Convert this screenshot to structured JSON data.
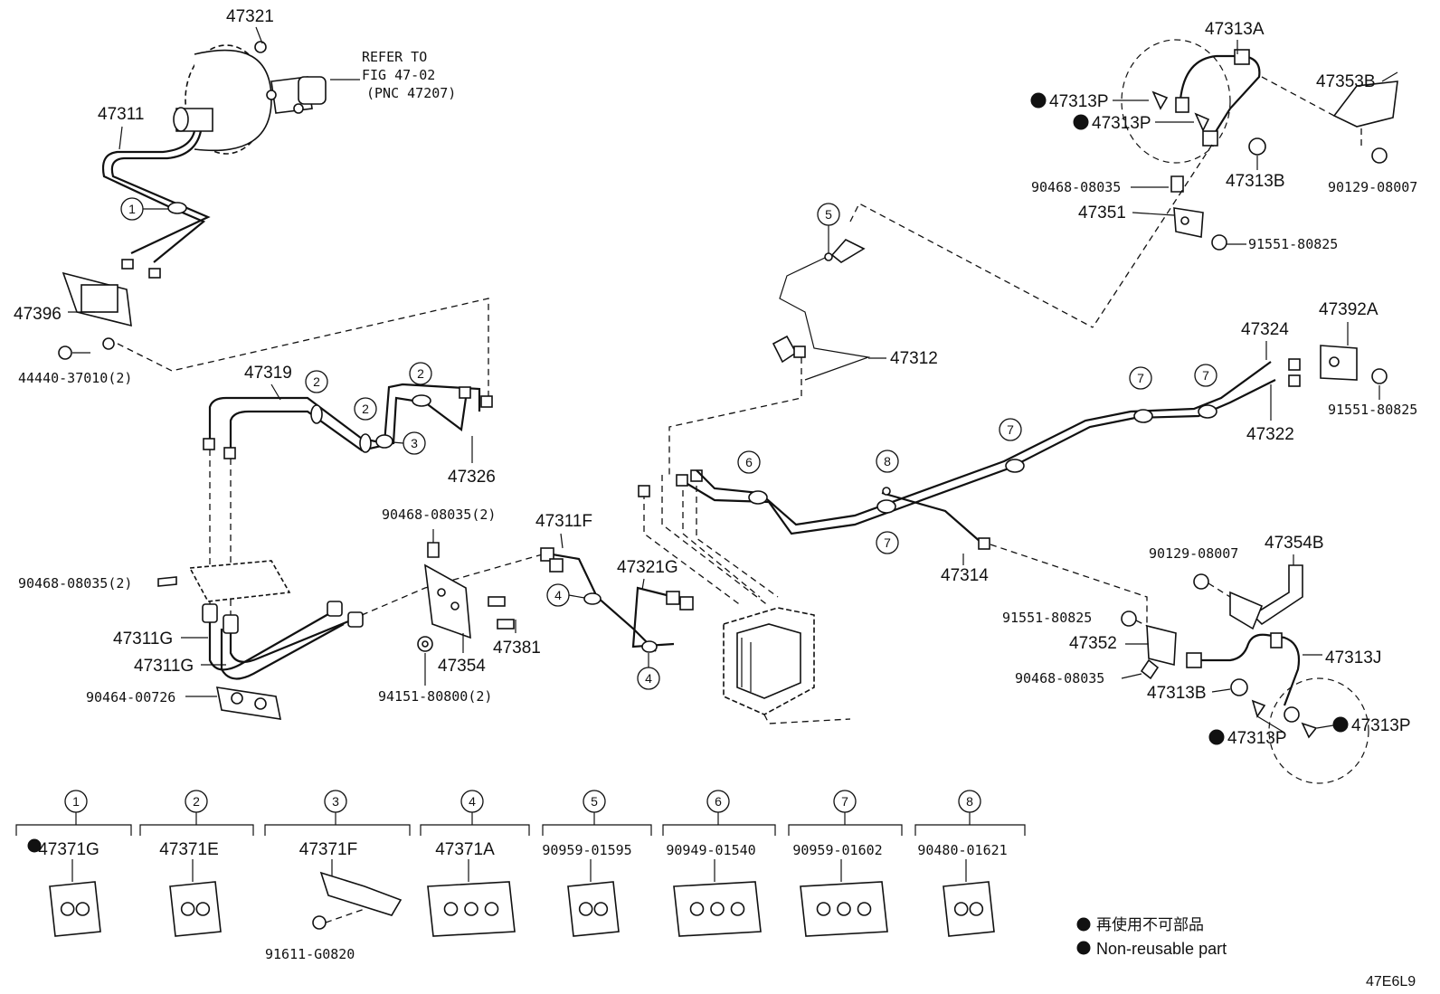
{
  "booster": {
    "part_number": "47321",
    "note_line1": "REFER TO",
    "note_line2": "FIG 47-02",
    "note_line3": "(PNC 47207)"
  },
  "labels": {
    "p47311": "47311",
    "p47396": "47396",
    "p44440": "44440-37010(2)",
    "p47319": "47319",
    "p47326": "47326",
    "p90468_left": "90468-08035(2)",
    "p47311G_a": "47311G",
    "p47311G_b": "47311G",
    "p90464": "90464-00726",
    "p90468_mid": "90468-08035(2)",
    "p47311F": "47311F",
    "p47354": "47354",
    "p47381": "47381",
    "p94151": "94151-80800(2)",
    "p47321G": "47321G",
    "p47312": "47312",
    "p47314": "47314",
    "p47313A": "47313A",
    "p47313P_1": "47313P",
    "p47313P_2": "47313P",
    "p47353B": "47353B",
    "p90468_top": "90468-08035",
    "p47313B_top": "47313B",
    "p90129_top": "90129-08007",
    "p47351": "47351",
    "p91551_top": "91551-80825",
    "p47324": "47324",
    "p47392A": "47392A",
    "p91551_right": "91551-80825",
    "p47322": "47322",
    "p90129_right": "90129-08007",
    "p47354B": "47354B",
    "p91551_lower": "91551-80825",
    "p47352": "47352",
    "p47313J": "47313J",
    "p90468_lower": "90468-08035",
    "p47313B_lower": "47313B",
    "p47313P_3": "47313P",
    "p47313P_4": "47313P"
  },
  "callouts": [
    "1",
    "2",
    "3",
    "4",
    "5",
    "6",
    "7",
    "8"
  ],
  "legend_parts": [
    {
      "num": "1",
      "part": "47371G",
      "nonreusable": true
    },
    {
      "num": "2",
      "part": "47371E",
      "nonreusable": false
    },
    {
      "num": "3",
      "part": "47371F",
      "nonreusable": false,
      "sub_part": "91611-G0820"
    },
    {
      "num": "4",
      "part": "47371A",
      "nonreusable": false
    },
    {
      "num": "5",
      "part": "90959-01595",
      "nonreusable": false
    },
    {
      "num": "6",
      "part": "90949-01540",
      "nonreusable": false
    },
    {
      "num": "7",
      "part": "90959-01602",
      "nonreusable": false
    },
    {
      "num": "8",
      "part": "90480-01621",
      "nonreusable": false
    }
  ],
  "key": {
    "jp": "再使用不可部品",
    "en": "Non-reusable part"
  },
  "figure_id": "47E6L9"
}
